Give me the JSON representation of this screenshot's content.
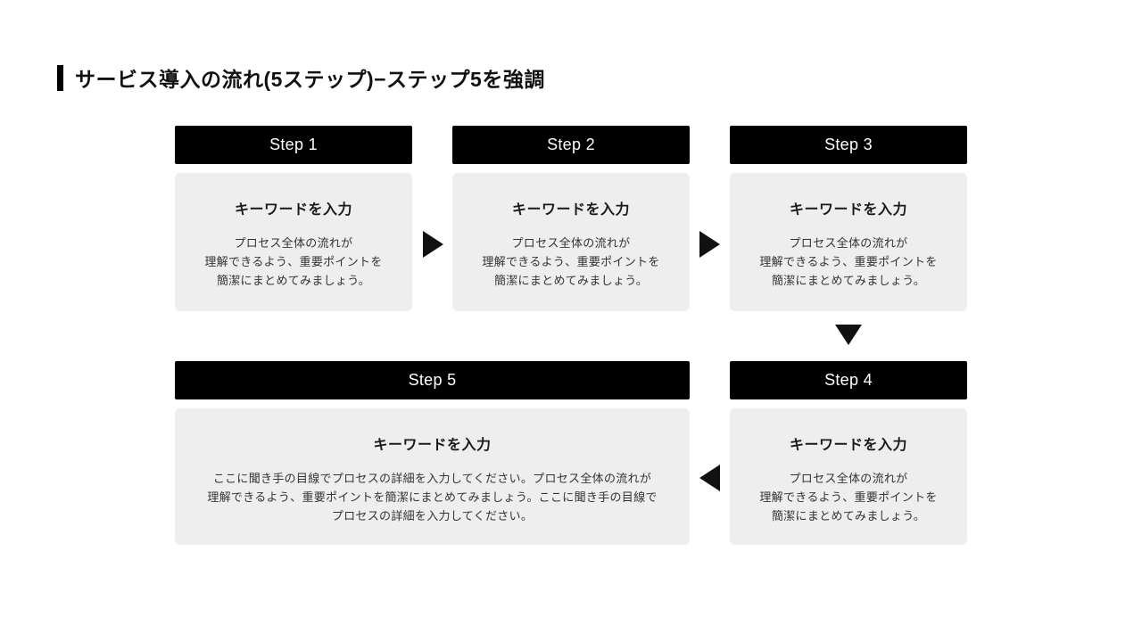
{
  "title": {
    "text": "サービス導入の流れ(5ステップ)−ステップ5を強調"
  },
  "steps": [
    {
      "label": "Step 1",
      "heading": "キーワードを入力",
      "description": "プロセス全体の流れが\n理解できるよう、重要ポイントを\n簡潔にまとめてみましょう。"
    },
    {
      "label": "Step 2",
      "heading": "キーワードを入力",
      "description": "プロセス全体の流れが\n理解できるよう、重要ポイントを\n簡潔にまとめてみましょう。"
    },
    {
      "label": "Step 3",
      "heading": "キーワードを入力",
      "description": "プロセス全体の流れが\n理解できるよう、重要ポイントを\n簡潔にまとめてみましょう。"
    },
    {
      "label": "Step 4",
      "heading": "キーワードを入力",
      "description": "プロセス全体の流れが\n理解できるよう、重要ポイントを\n簡潔にまとめてみましょう。"
    },
    {
      "label": "Step 5",
      "heading": "キーワードを入力",
      "description": "ここに聞き手の目線でプロセスの詳細を入力してください。プロセス全体の流れが\n理解できるよう、重要ポイントを簡潔にまとめてみましょう。ここに聞き手の目線で\nプロセスの詳細を入力してください。"
    }
  ],
  "colors": {
    "header_bg": "#000000",
    "header_text": "#ffffff",
    "body_bg": "#eeeeee",
    "arrow": "#111111",
    "accent_bar": "#000000"
  }
}
